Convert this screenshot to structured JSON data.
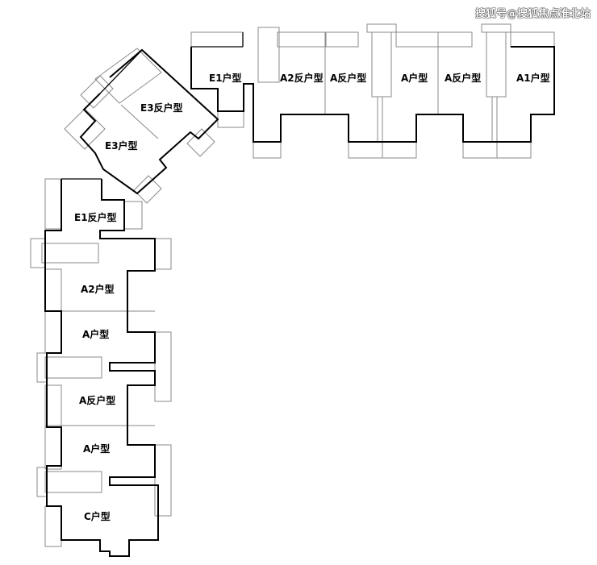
{
  "watermark": "搜狐号@搜狐焦点淮北站",
  "units": {
    "e1": "E1户型",
    "a2r_top": "A2反户型",
    "ar_top1": "A反户型",
    "a_top": "A户型",
    "ar_top2": "A反户型",
    "a1": "A1户型",
    "e3r": "E3反户型",
    "e3": "E3户型",
    "e1r": "E1反户型",
    "a2": "A2户型",
    "a_left1": "A户型",
    "ar_left": "A反户型",
    "a_left2": "A户型",
    "c": "C户型"
  }
}
